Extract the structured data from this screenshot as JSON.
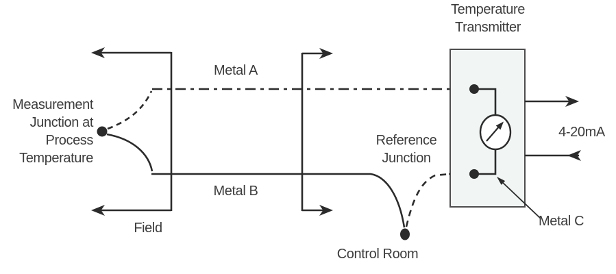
{
  "diagram": {
    "description": "Thermocouple temperature measurement schematic",
    "labels": {
      "measurement_junction": {
        "line1": "Measurement",
        "line2": "Junction at",
        "line3": "Process",
        "line4": "Temperature"
      },
      "field": "Field",
      "metal_a": "Metal A",
      "metal_b": "Metal B",
      "metal_c": "Metal C",
      "reference_junction": {
        "line1": "Reference",
        "line2": "Junction"
      },
      "control_room": "Control Room",
      "transmitter": {
        "line1": "Temperature",
        "line2": "Transmitter"
      },
      "output_signal": "4-20mA"
    },
    "icons": {
      "meter": "analog-current-meter-icon",
      "junction_dots": "junction-dot",
      "boundary_arrows": "boundary-extent-arrows"
    },
    "colors": {
      "line": "#2b2b2b",
      "text": "#3c3c3c",
      "box_fill": "#f1f6f5",
      "box_stroke": "#4d4d4d",
      "background": "#ffffff"
    }
  }
}
